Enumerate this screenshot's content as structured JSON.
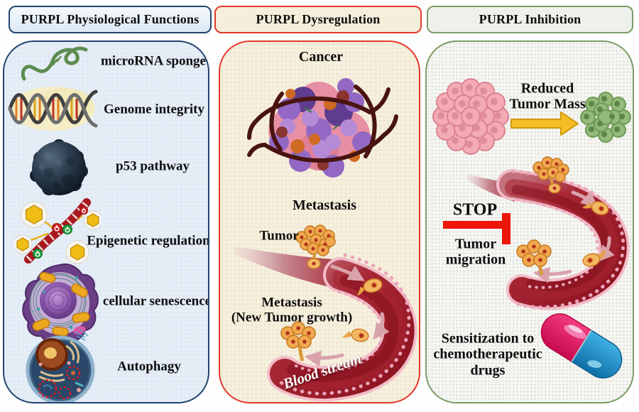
{
  "headers": {
    "functions": "PURPL Physiological Functions",
    "dysregulation": "PURPL Dysregulation",
    "inhibition": "PURPL Inhibition"
  },
  "functions": {
    "items": [
      {
        "label": "microRNA sponge",
        "icon": "microrna-sponge-icon"
      },
      {
        "label": "Genome integrity",
        "icon": "dna-helix-icon"
      },
      {
        "label": "p53 pathway",
        "icon": "p53-protein-icon"
      },
      {
        "label": "Epigenetic regulation",
        "icon": "epigenetic-dna-icon"
      },
      {
        "label": "cellular senescence",
        "icon": "senescent-cell-icon"
      },
      {
        "label": "Autophagy",
        "icon": "autophagy-cell-icon"
      }
    ]
  },
  "dysregulation": {
    "cancer": "Cancer",
    "metastasis": "Metastasis",
    "tumor": "Tumor",
    "new_tumor_line1": "Metastasis",
    "new_tumor_line2": "(New Tumor growth)",
    "blood_stream": "Blood stream"
  },
  "inhibition": {
    "reduced_line1": "Reduced",
    "reduced_line2": "Tumor Mass",
    "stop": "STOP",
    "migration_line1": "Tumor",
    "migration_line2": "migration",
    "sensitization_line1": "Sensitization to",
    "sensitization_line2": "chemotherapeutic",
    "sensitization_line3": "drugs"
  },
  "colors": {
    "panel1-border": "#24456f",
    "panel1-bg": "#e5edf6",
    "header1-bg": "#dde9f4",
    "panel2-border": "#e23a2c",
    "panel2-bg": "#f6efdd",
    "header2-bg": "#f5eedb",
    "panel3-border": "#7b9c68",
    "panel3-bg": "#f6f7f3",
    "header3-bg": "#eef1eb",
    "stop-red": "#ee1509",
    "arrow-yellow": "#f6be25",
    "vessel-red": "#9c1723",
    "cell-orange": "#f3b763",
    "tumor-pink": "#f4abb5",
    "tumor-green": "#93ba7b",
    "pill-pink": "#e8195f",
    "pill-blue": "#1e8dc9"
  }
}
